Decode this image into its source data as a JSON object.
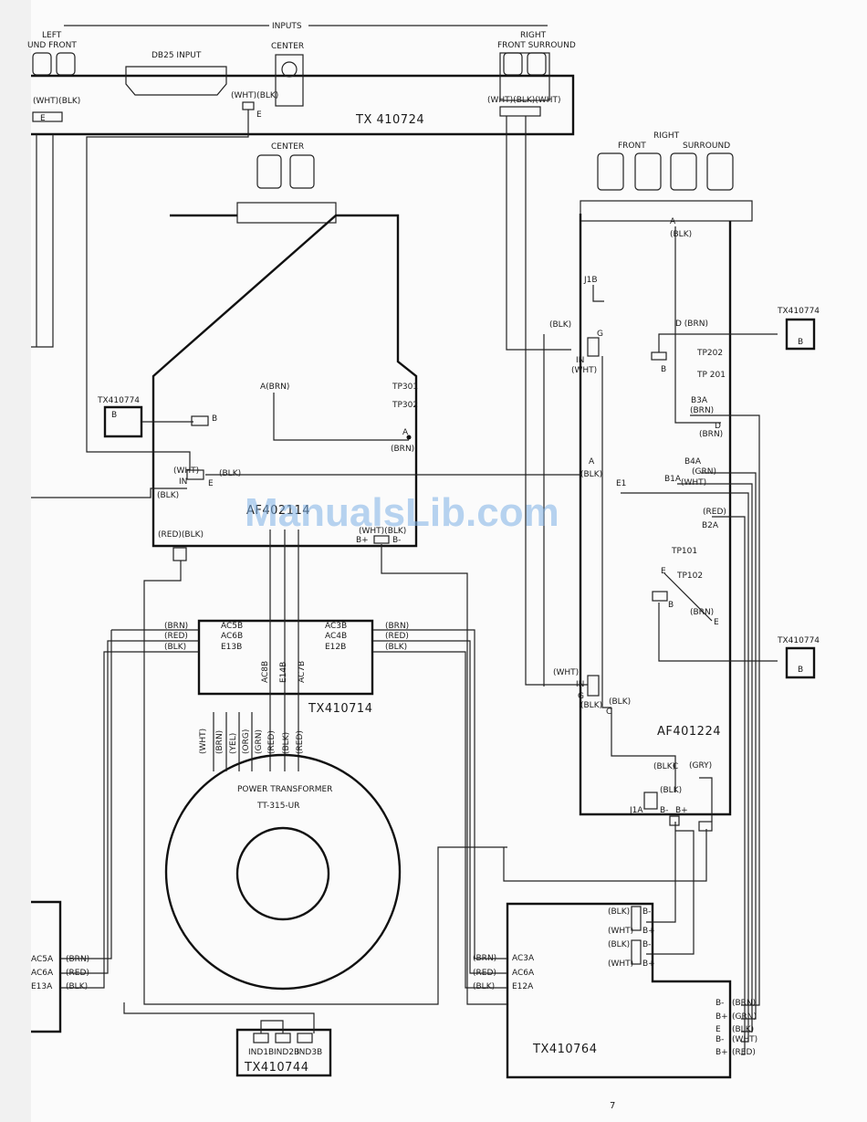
{
  "header": {
    "inputs_label": "INPUTS"
  },
  "jacks": {
    "left_label": "LEFT",
    "left_sub": "UND  FRONT",
    "db25": "DB25 INPUT",
    "center": "CENTER",
    "right_label": "RIGHT",
    "right_sub": "FRONT SURROUND"
  },
  "boards": {
    "tx410724": "TX 410724",
    "af40211": "AF402114",
    "af401224": "AF401224",
    "tx410714": "TX410714",
    "tx410744": "TX410744",
    "tx410764": "TX410764",
    "tx410774_a": "TX410774",
    "tx410774_b": "TX410774",
    "tx410774_c": "TX410774"
  },
  "speaker_terminals": {
    "center": "CENTER",
    "right": "RIGHT",
    "front": "FRONT",
    "surround": "SURROUND"
  },
  "transformer": {
    "title": "POWER TRANSFORMER",
    "model": "TT-315-UR"
  },
  "wires": {
    "wht": "(WHT)",
    "blk": "(BLK)",
    "brn": "(BRN)",
    "red": "(RED)",
    "grn": "(GRN)",
    "gry": "(GRY)",
    "yel": "(YEL)",
    "org": "(ORG)"
  },
  "pins": {
    "e": "E",
    "b": "B",
    "a": "A",
    "c": "C",
    "d": "D",
    "g": "G",
    "in": "IN",
    "bplus": "B+",
    "bminus": "B-",
    "ac5b": "AC5B",
    "ac6b": "AC6B",
    "e13b": "E13B",
    "ac3b": "AC3B",
    "ac4b": "AC4B",
    "e12b": "E12B",
    "ac8b": "AC8B",
    "e14b": "E14B",
    "ac7b": "AC7B",
    "ac5a": "AC5A",
    "ac6a": "AC6A",
    "e13a": "E13A",
    "ac3a": "AC3A",
    "ac4a": "AC6A",
    "e12a": "E12A",
    "ind1b": "IND1B",
    "ind2b": "IND2B",
    "ind3b": "IND3B",
    "j1b": "J1B",
    "j1a": "J1A",
    "e1": "E1",
    "b1a": "B1A",
    "b2a": "B2A",
    "b3a": "B3A",
    "b4a": "B4A",
    "tp101": "TP101",
    "tp102": "TP102",
    "tp201": "TP 201",
    "tp202": "TP202",
    "tp301": "TP301",
    "tp302": "TP302",
    "a_brn": "A(BRN)",
    "d_brn": "D (BRN)",
    "wht_blk": "(WHT)(BLK)",
    "red_blk": "(RED)(BLK)",
    "wht_blk_wht": "(WHT)(BLK)(WHT)"
  },
  "watermark": "ManualsLib.com",
  "page_number": "7"
}
